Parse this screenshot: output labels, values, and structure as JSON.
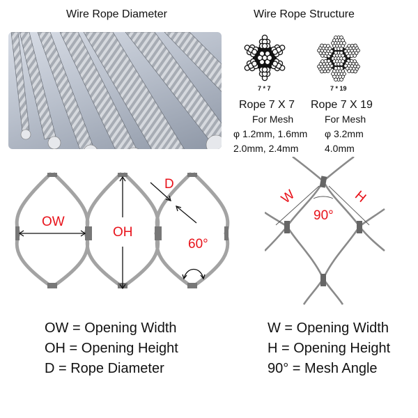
{
  "left_panel": {
    "title": "Wire Rope Diameter",
    "photo_alt": "Assorted steel wire ropes of increasing diameter"
  },
  "right_panel": {
    "title": "Wire Rope Structure",
    "ropes": [
      {
        "diagram_caption": "7 * 7",
        "name": "Rope 7 X 7",
        "for_label": "For Mesh",
        "sizes_line1": "φ 1.2mm, 1.6mm",
        "sizes_line2": "2.0mm, 2.4mm"
      },
      {
        "diagram_caption": "7 * 19",
        "name": "Rope 7 X 19",
        "for_label": "For Mesh",
        "sizes_line1": "φ 3.2mm",
        "sizes_line2": "4.0mm"
      }
    ]
  },
  "ferrule_diagram": {
    "labels": {
      "ow": "OW",
      "oh": "OH",
      "d": "D",
      "angle": "60°"
    },
    "legend": [
      "OW = Opening Width",
      "OH = Opening Height",
      "D = Rope Diameter"
    ]
  },
  "knotted_diagram": {
    "labels": {
      "w": "W",
      "h": "H",
      "angle": "90°"
    },
    "legend": [
      "W = Opening Width",
      "H = Opening Height",
      "90° = Mesh Angle"
    ]
  },
  "colors": {
    "annotation_red": "#e8121a",
    "rope_gray": "#9a9a9a",
    "text": "#111111"
  }
}
